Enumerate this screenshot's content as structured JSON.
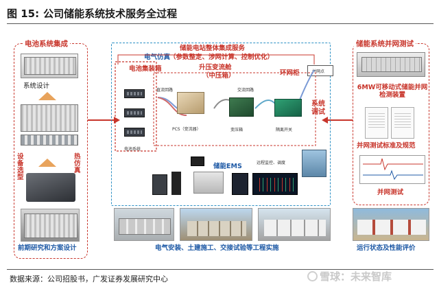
{
  "title": {
    "figure_label": "图 15:",
    "text": "公司储能系统技术服务全过程"
  },
  "left_panel": {
    "heading": "电池系统集成",
    "system_design": "系统设计",
    "equipment_selection": "设备选型",
    "thermal_simulation": "热仿真",
    "caption": "前期研究和方案设计"
  },
  "center_panel": {
    "integration_service": "储能电站整体集成服务",
    "integration_detail": "（参数整定、涉网计算、控制优化）",
    "electrical_sim": "电气仿真",
    "battery_container": "电池集装箱",
    "boost_cabin": "升压变流舱",
    "boost_cabin_sub": "（中压箱）",
    "ring_unit": "环网柜",
    "grid_point": "并网点",
    "system_debug": "系统调试",
    "dc_loop": "直流回路",
    "ac_loop": "交流回路",
    "pcs": "PCS（变流器）",
    "transformer": "变压箱",
    "isolation_switch": "隔离开关",
    "battery_system": "电池系统",
    "ems": "储能EMS",
    "remote_monitor": "远程监控、调度",
    "caption": "电气安装、土建施工、交接试验等工程实施"
  },
  "right_panel": {
    "heading": "储能系统并网测试",
    "mobile_device": "6MW可移动式储能并网检测装置",
    "standards": "并网测试标准及规范",
    "grid_test": "并网测试",
    "caption": "运行状态及性能评价"
  },
  "footer": {
    "source": "数据来源：公司招股书，广发证券发展研究中心",
    "watermark": "雪球：未来智库"
  },
  "colors": {
    "red": "#c8352b",
    "blue": "#2a8fc4",
    "arrow_orange": "#e8a35c",
    "dark_blue_text": "#1f5aa6"
  }
}
